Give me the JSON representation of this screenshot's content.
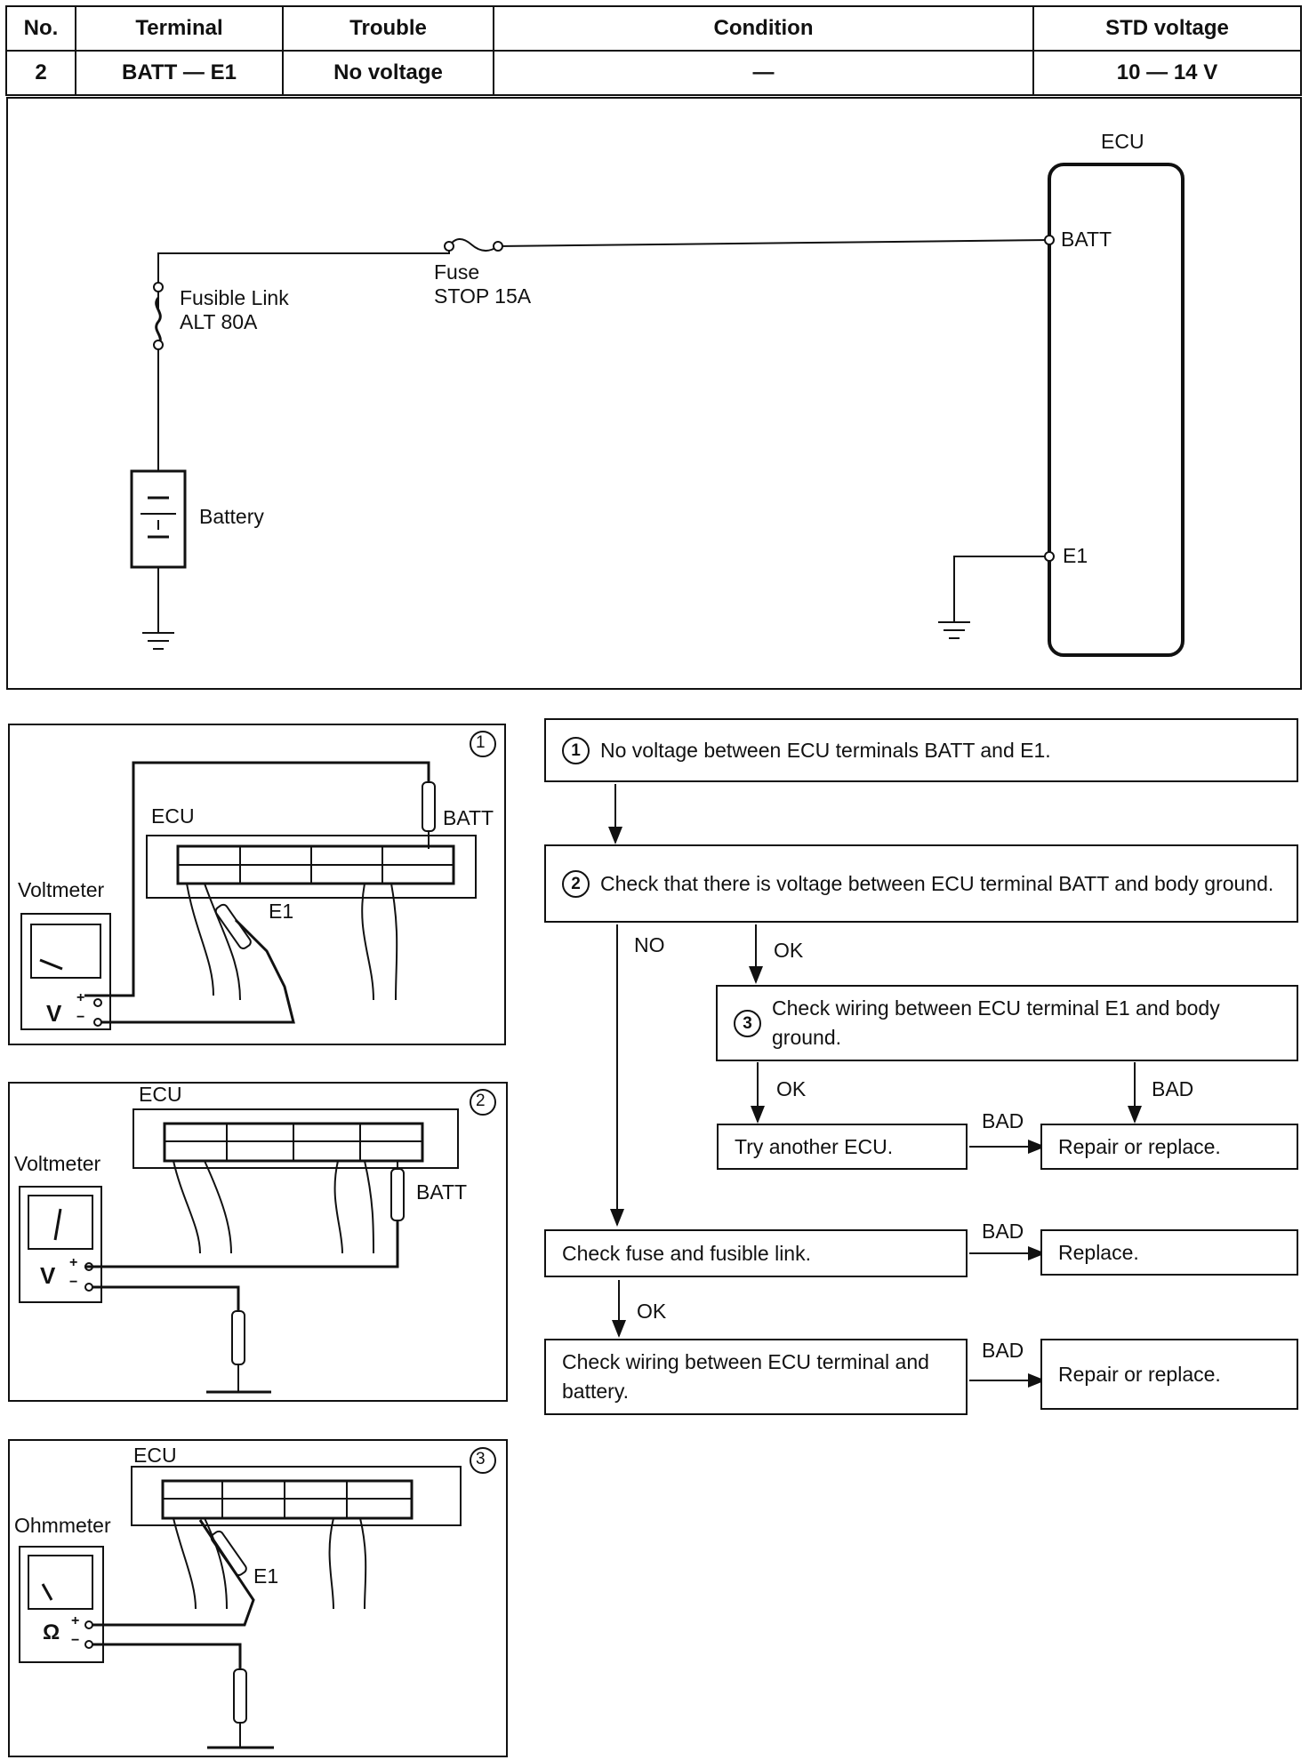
{
  "table": {
    "headers": [
      "No.",
      "Terminal",
      "Trouble",
      "Condition",
      "STD voltage"
    ],
    "row": [
      "2",
      "BATT — E1",
      "No voltage",
      "—",
      "10 — 14 V"
    ]
  },
  "schematic": {
    "ecu_label": "ECU",
    "batt_terminal": "BATT",
    "e1_terminal": "E1",
    "fuse_label": "Fuse",
    "fuse_value": "STOP 15A",
    "fusible_link_label": "Fusible Link",
    "fusible_link_value": "ALT 80A",
    "battery_label": "Battery"
  },
  "panels": [
    {
      "number": "1",
      "meter": "Voltmeter",
      "meter_symbol": "V",
      "ecu": "ECU",
      "terminals": [
        "BATT",
        "E1"
      ]
    },
    {
      "number": "2",
      "meter": "Voltmeter",
      "meter_symbol": "V",
      "ecu": "ECU",
      "terminals": [
        "BATT"
      ]
    },
    {
      "number": "3",
      "meter": "Ohmmeter",
      "meter_symbol": "Ω",
      "ecu": "ECU",
      "terminals": [
        "E1"
      ]
    }
  ],
  "meter_polarity": {
    "plus": "+",
    "minus": "−"
  },
  "flowchart": {
    "step1": {
      "num": "1",
      "text": "No voltage between ECU terminals BATT and E1."
    },
    "step2": {
      "num": "2",
      "text": "Check that there is voltage between ECU terminal BATT and body ground."
    },
    "step3": {
      "num": "3",
      "text": "Check wiring between ECU terminal E1 and body ground."
    },
    "try_ecu": "Try another ECU.",
    "repair1": "Repair or replace.",
    "check_fuse": "Check fuse and fusible link.",
    "replace": "Replace.",
    "check_wiring": "Check wiring between ECU terminal and battery.",
    "repair2": "Repair or replace.",
    "labels": {
      "no": "NO",
      "ok": "OK",
      "bad": "BAD"
    }
  }
}
